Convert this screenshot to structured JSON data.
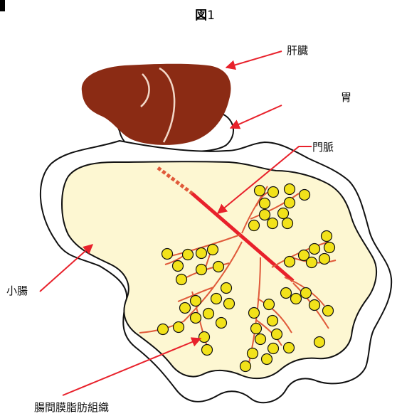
{
  "figure": {
    "title_bold": "図",
    "title_number": "1"
  },
  "labels": {
    "liver": "肝臓",
    "stomach": "胃",
    "portal_vein": "門脈",
    "small_intestine": "小腸",
    "mesenteric_fat": "腸間膜脂肪組織"
  },
  "colors": {
    "liver": "#8b2b14",
    "arrow": "#e8212b",
    "vessel": "#e05a3a",
    "fat_fill": "#fdf7d2",
    "fat_cell": "#f2e21a",
    "outline": "#111111"
  }
}
